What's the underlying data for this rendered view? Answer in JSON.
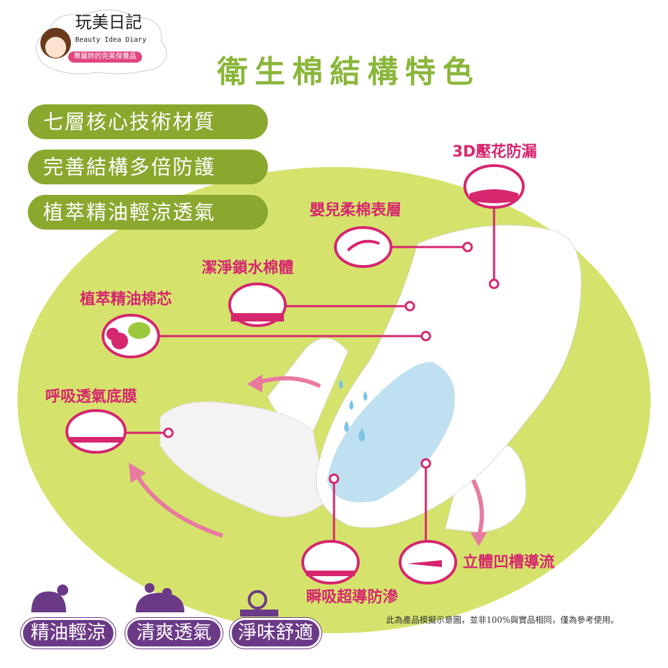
{
  "logo": {
    "name": "玩美日記",
    "subtitle": "Beauty Idea Diary",
    "tagline": "專屬妳的完美保養品"
  },
  "title": "衛生棉結構特色",
  "features": [
    "七層核心技術材質",
    "完善結構多倍防護",
    "植萃精油輕涼透氣"
  ],
  "labels": {
    "embossed": "3D壓花防漏",
    "surface": "嬰兒柔棉表層",
    "absorbent": "潔淨鎖水棉體",
    "core": "植萃精油棉芯",
    "backsheet": "呼吸透氣底膜",
    "groove": "立體凹槽導流",
    "instant": "瞬吸超導防滲"
  },
  "badges": [
    "精油輕涼",
    "清爽透氣",
    "淨味舒適"
  ],
  "note": "此為產品模擬示意圖，並非100%與實品相同，僅為參考使用。",
  "colors": {
    "green": "#8aa82e",
    "lightgreen": "#d3e36a",
    "pink": "#d6266e",
    "purple": "#6b3a87"
  }
}
